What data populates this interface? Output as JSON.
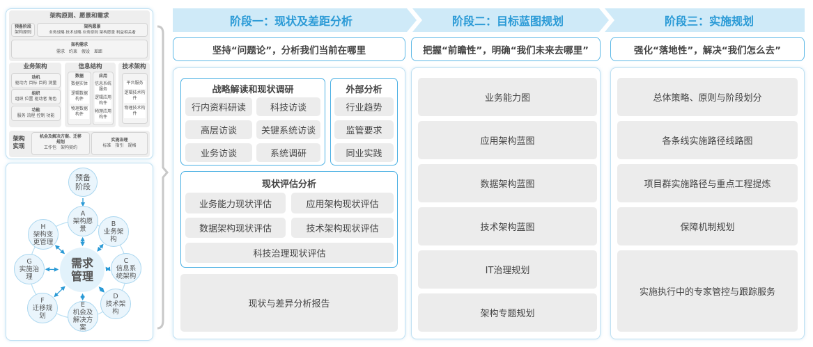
{
  "left_top": {
    "title": "架构原则、愿景和需求",
    "prelim": {
      "title": "预备阶段",
      "items": "架构原则"
    },
    "vision": {
      "title": "架构愿景",
      "items": "业务战略 技术战略 业务原则 架构愿景 利益相关者"
    },
    "req": {
      "title": "架构需求",
      "items": "需求　约束　假设　差距"
    },
    "business": {
      "title": "业务架构",
      "boxes": [
        {
          "t": "动机",
          "i": "驱动力 目标 目的 测量"
        },
        {
          "t": "组织",
          "i": "组织 位置 驱动者 角色"
        },
        {
          "t": "功能",
          "i": "服务 流程 控制 功能"
        }
      ]
    },
    "info": {
      "title": "信息结构",
      "data": {
        "t": "数据",
        "items": [
          "数据实体",
          "逻辑数据构件",
          "物理数据构件"
        ]
      },
      "app": {
        "t": "应用",
        "items": [
          "信息系统服务",
          "逻辑应用构件",
          "物理应用构件"
        ]
      }
    },
    "tech": {
      "title": "技术架构",
      "items": [
        "平台服务",
        "逻辑技术构件",
        "物理技术构件"
      ]
    },
    "impl": {
      "title": "架构实现",
      "opp": {
        "t": "机会及解决方案、迁移规划",
        "i": "工作包　架构契约"
      },
      "gov": {
        "t": "实施治理",
        "i": "标准　指引　规格"
      }
    }
  },
  "cycle": {
    "center": "需求管理",
    "prelim": "预备阶段",
    "nodes": [
      {
        "letter": "A",
        "label": "架构愿景"
      },
      {
        "letter": "B",
        "label": "业务架构"
      },
      {
        "letter": "C",
        "label": "信息系统架构"
      },
      {
        "letter": "D",
        "label": "技术架构"
      },
      {
        "letter": "E",
        "label": "机会及解决方案"
      },
      {
        "letter": "F",
        "label": "迁移规划"
      },
      {
        "letter": "G",
        "label": "实施治理"
      },
      {
        "letter": "H",
        "label": "架构变更管理"
      }
    ]
  },
  "stages": [
    {
      "title": "阶段一：现状及差距分析",
      "subtitle": "坚持“问题论”，分析我们当前在哪里",
      "strategy": {
        "title": "战略解读和现状调研",
        "items": [
          "行内资料研读",
          "科技访谈",
          "高层访谈",
          "关键系统访谈",
          "业务访谈",
          "系统调研"
        ]
      },
      "external": {
        "title": "外部分析",
        "items": [
          "行业趋势",
          "监管要求",
          "同业实践"
        ]
      },
      "assessment": {
        "title": "现状评估分析",
        "items": [
          "业务能力现状评估",
          "应用架构现状评估",
          "数据架构现状评估",
          "技术架构现状评估",
          "科技治理现状评估"
        ]
      },
      "report": "现状与差异分析报告"
    },
    {
      "title": "阶段二：目标蓝图规划",
      "subtitle": "把握“前瞻性”，明确“我们未来去哪里”",
      "items": [
        "业务能力图",
        "应用架构蓝图",
        "数据架构蓝图",
        "技术架构蓝图",
        "IT治理规划",
        "架构专题规划"
      ]
    },
    {
      "title": "阶段三：实施规划",
      "subtitle": "强化“落地性”，解决“我们怎么去”",
      "items": [
        "总体策略、原则与阶段划分",
        "各条线实施路径线路图",
        "项目群实施路径与重点工程提炼",
        "保障机制规划",
        "实施执行中的专家管控与跟踪服务"
      ]
    }
  ],
  "colors": {
    "accent": "#2a9ad6",
    "header_bg": "#cfeaf8",
    "box_grey": "#ececec",
    "border": "#4bb0e3"
  }
}
